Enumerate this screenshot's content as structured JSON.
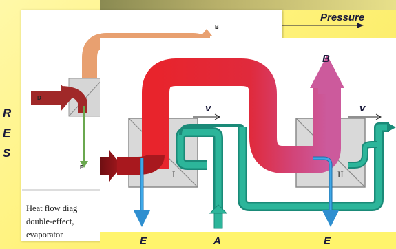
{
  "header": {
    "pressure_label": "Pressure"
  },
  "side_text": [
    "R",
    "E",
    "S"
  ],
  "back_figure": {
    "caption_visible": "Heat flow diag double-effect, evaporator",
    "caption_lines": [
      "Heat flow diag",
      "double-effect,",
      "evaporator"
    ],
    "labels": {
      "b": "B",
      "d": "D",
      "e": "E"
    }
  },
  "front_figure": {
    "labels": {
      "b": "B",
      "v_left": "v",
      "v_right": "v",
      "effect_1": "I",
      "effect_2": "II"
    }
  },
  "bottom_labels": {
    "e_left": "E",
    "a": "A",
    "e_right": "E"
  },
  "colors": {
    "steam_red": "#e8242c",
    "steam_pink": "#cc4f8f",
    "inlet_darkred": "#8b1a1a",
    "feed_teal": "#1fa08a",
    "condensate_blue": "#2f8fd0",
    "back_orange": "#e8a070",
    "background_yellow": "#fff27a"
  }
}
